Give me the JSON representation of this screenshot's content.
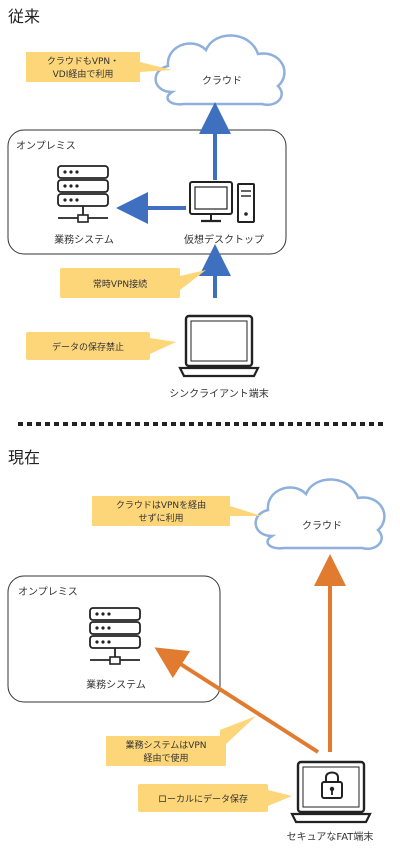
{
  "sections": {
    "before_title": "従来",
    "after_title": "現在"
  },
  "before": {
    "cloud_label": "クラウド",
    "callout_cloud_line1": "クラウドもVPN・",
    "callout_cloud_line2": "VDI経由で利用",
    "onprem_label": "オンプレミス",
    "business_system_label": "業務システム",
    "virtual_desktop_label": "仮想デスクトップ",
    "callout_vpn": "常時VPN接続",
    "callout_nosave": "データの保存禁止",
    "thin_client_label": "シンクライアント端末"
  },
  "after": {
    "cloud_label": "クラウド",
    "callout_cloud_line1": "クラウドはVPNを経由",
    "callout_cloud_line2": "せずに利用",
    "onprem_label": "オンプレミス",
    "business_system_label": "業務システム",
    "callout_system_line1": "業務システムはVPN",
    "callout_system_line2": "経由で使用",
    "callout_local": "ローカルにデータ保存",
    "fat_terminal_label": "セキュアなFAT端末"
  },
  "colors": {
    "blue_arrow": "#3f6fbf",
    "orange_arrow": "#e07b30",
    "callout_fill": "#fdd67a",
    "cloud_stroke": "#8fb0dc",
    "box_stroke": "#333333"
  },
  "icons": {
    "server": "server-icon",
    "desktop": "desktop-pc-icon",
    "laptop": "laptop-icon",
    "lock": "lock-icon",
    "cloud": "cloud-icon"
  }
}
